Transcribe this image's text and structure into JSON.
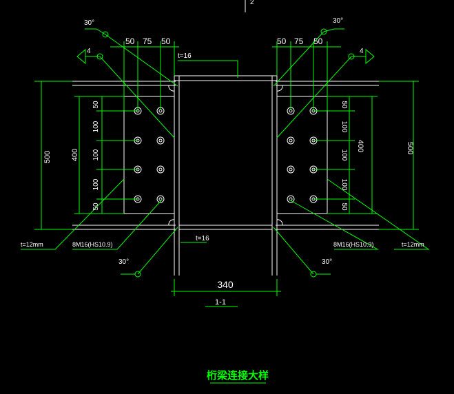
{
  "colors": {
    "background": "#000000",
    "geometry": "#ffffff",
    "dimension": "#00ff00"
  },
  "drawing": {
    "title": "桁梁连接大样",
    "section_label": "1-1",
    "section_mark": "2"
  },
  "dimensions": {
    "top_left": [
      "50",
      "75",
      "50"
    ],
    "top_right": [
      "50",
      "75",
      "50"
    ],
    "bolt_pitch_left": [
      "50",
      "100",
      "100",
      "100",
      "50"
    ],
    "bolt_pitch_right": [
      "50",
      "100",
      "100",
      "100",
      "50"
    ],
    "plate_height_left": "400",
    "plate_height_right": "400",
    "beam_depth_left": "500",
    "beam_depth_right": "500",
    "bottom_width": "340"
  },
  "annotations": {
    "plate_top": "t=16",
    "plate_mid": "t=16",
    "plate_left": "t=12mm",
    "plate_right": "t=12mm",
    "bolts_left": "8M16(HS10.9)",
    "bolts_right": "8M16(HS10.9)",
    "weld_angle_tl": "30°",
    "weld_angle_tr": "30°",
    "weld_angle_bl": "30°",
    "weld_angle_br": "30°",
    "weld_size_left": "4",
    "weld_size_right": "4"
  }
}
